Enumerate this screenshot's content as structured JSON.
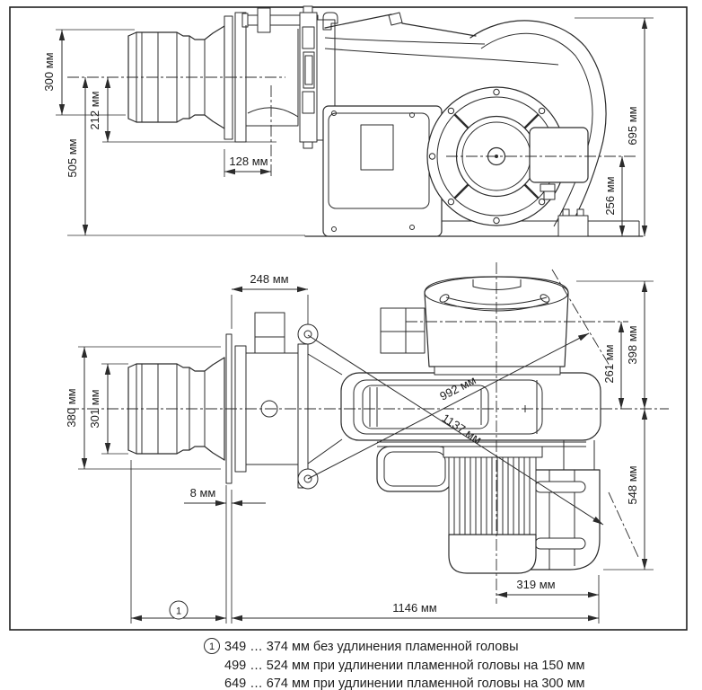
{
  "document": {
    "type": "technical dimension drawing",
    "subject": "burner, side elevation and plan view",
    "units_label": "мм"
  },
  "dimensions": {
    "side_view": {
      "height_300": "300 мм",
      "height_212": "212 мм",
      "height_505": "505 мм",
      "width_128": "128 мм",
      "height_695": "695 мм",
      "height_256": "256 мм"
    },
    "plan_view": {
      "width_248": "248 мм",
      "height_380": "380 мм",
      "height_301": "301 мм",
      "swing_992": "992 мм",
      "swing_1137": "1137 мм",
      "height_261": "261 мм",
      "height_398": "398 мм",
      "width_8": "8 мм",
      "height_548": "548 мм",
      "width_319": "319 мм",
      "width_1146": "1146 мм",
      "callout_marker": "1"
    }
  },
  "footnote": {
    "marker": "1",
    "lines": [
      "349 … 374 мм без удлинения пламенной головы",
      "499 … 524 мм при удлинении пламенной головы на 150 мм",
      "649 … 674 мм при удлинении пламенной головы на 300 мм"
    ]
  },
  "colors": {
    "line": "#2b2b2b",
    "text": "#1d1d1d",
    "background": "#ffffff"
  }
}
